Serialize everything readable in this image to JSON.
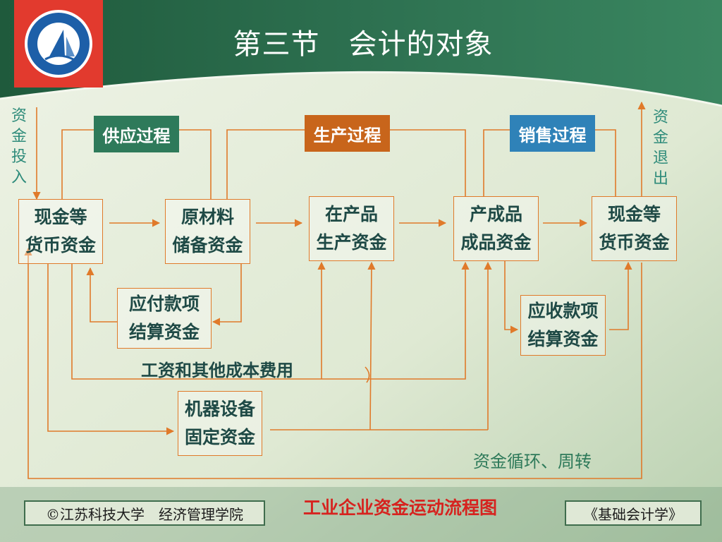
{
  "slide": {
    "title": "第三节　会计的对象",
    "caption": "工业企业资金运动流程图",
    "footer_left": "©江苏科技大学　经济管理学院",
    "footer_right": "《基础会计学》",
    "colors": {
      "header_green": "#2d6b4a",
      "logo_red": "#e23a2e",
      "line_orange": "#e07a2a",
      "text_teal": "#1f4a46",
      "caption_red": "#d6231f"
    }
  },
  "processes": {
    "supply": {
      "label": "供应过程",
      "color": "#2e7a5a"
    },
    "production": {
      "label": "生产过程",
      "color": "#c8651b"
    },
    "sales": {
      "label": "销售过程",
      "color": "#2f82b8"
    }
  },
  "nodes": {
    "cash_start": [
      "现金等",
      "货币资金"
    ],
    "materials": [
      "原材料",
      "储备资金"
    ],
    "wip": [
      "在产品",
      "生产资金"
    ],
    "finished": [
      "产成品",
      "成品资金"
    ],
    "cash_end": [
      "现金等",
      "货币资金"
    ],
    "payables": [
      "应付款项",
      "结算资金"
    ],
    "receivables": [
      "应收款项",
      "结算资金"
    ],
    "fixed": [
      "机器设备",
      "固定资金"
    ]
  },
  "labels": {
    "fund_in": [
      "资",
      "金",
      "投",
      "入"
    ],
    "fund_out": [
      "资",
      "金",
      "退",
      "出"
    ],
    "wages": "工资和其他成本费用",
    "cycle": "资金循环、周转"
  }
}
